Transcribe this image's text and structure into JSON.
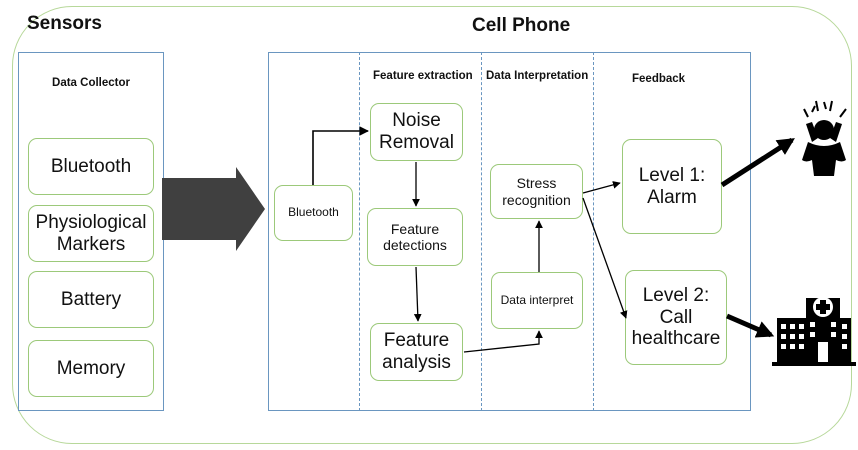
{
  "sensors": {
    "title": "Sensors",
    "panel_title": "Data Collector",
    "items": [
      "Bluetooth",
      "Physiological\nMarkers",
      "Battery",
      "Memory"
    ]
  },
  "phone": {
    "title": "Cell Phone",
    "columns": [
      "Feature extraction",
      "Data Interpretation",
      "Feedback"
    ],
    "bluetooth": "Bluetooth",
    "noise_removal": "Noise\nRemoval",
    "feature_detections": "Feature\ndetections",
    "feature_analysis": "Feature\nanalysis",
    "data_interpret": "Data interpret",
    "stress_recognition": "Stress\nrecognition",
    "level1": "Level 1:\nAlarm",
    "level2": "Level 2:\nCall\nhealthcare"
  },
  "icons": [
    "stressed-person-icon",
    "hospital-icon"
  ]
}
